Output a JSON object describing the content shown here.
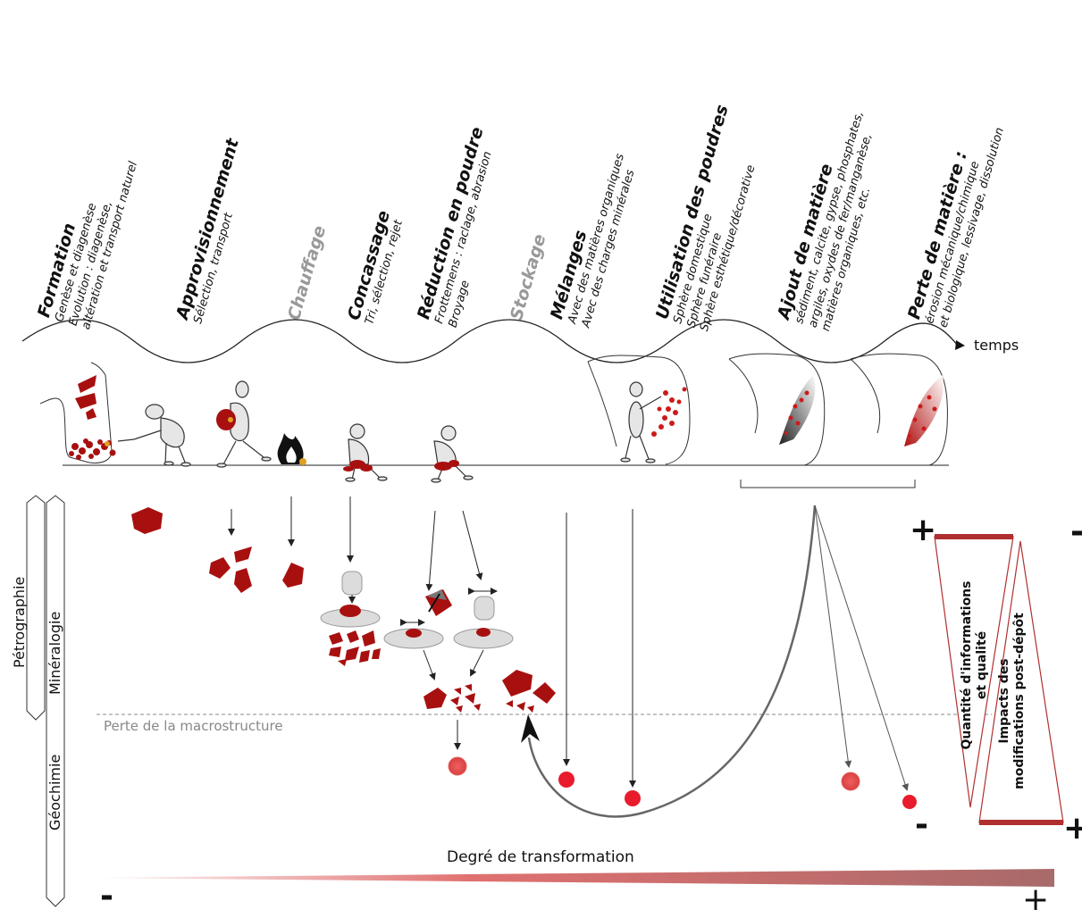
{
  "steps": [
    {
      "title": "Formation",
      "details": [
        "Genèse et diagenèse",
        "Evolution : diagenèse,",
        "altération et transport naturel"
      ]
    },
    {
      "title": "Approvisionnement",
      "details": [
        "Sélection, transport"
      ]
    },
    {
      "title": "Chauffage",
      "details": []
    },
    {
      "title": "Concassage",
      "details": [
        "Tri, sélection, rejet"
      ]
    },
    {
      "title": "Réduction en poudre",
      "details": [
        "Frottemens : raclage, abrasion",
        "Broyage"
      ]
    },
    {
      "title": "Stockage",
      "details": []
    },
    {
      "title": "Mélanges",
      "details": [
        "Avec des matières organiques",
        "Avec des charges minérales"
      ]
    },
    {
      "title": "Utilisation des poudres",
      "details": [
        "Sphère domestique",
        "Sphère funéraire",
        "Sphère esthétique/décorative"
      ]
    },
    {
      "title": "Ajout de matière",
      "details": [
        "sédiment, calcite, gypse, phosphates,",
        "argiles, oxydes de fer/manganèse,",
        "matières organiques, etc."
      ]
    },
    {
      "title": "Perte de matière",
      "title_suffix": " :",
      "details": [
        "érosion mécanique/chimique",
        "et biologique, lessivage, dissolution"
      ]
    }
  ],
  "timeline": {
    "label": "temps"
  },
  "analysis_axes": [
    "Pétrographie",
    "Minéralogie",
    "Géochimie"
  ],
  "threshold": {
    "label": "Perte de la macrostructure"
  },
  "triangles": {
    "information": {
      "label_line1": "Quantité d'informations",
      "label_line2": "et qualité"
    },
    "impacts": {
      "label_line1": "Impacts des",
      "label_line2": "modifications post-dépôt"
    }
  },
  "signs": {
    "plus": "+",
    "minus": "-"
  },
  "transformation": {
    "label": "Degré de transformation"
  },
  "colors": {
    "ochre": "#a81010",
    "ochre_light": "#e83040",
    "grey_text": "#999999",
    "triangle": "#b03030"
  }
}
